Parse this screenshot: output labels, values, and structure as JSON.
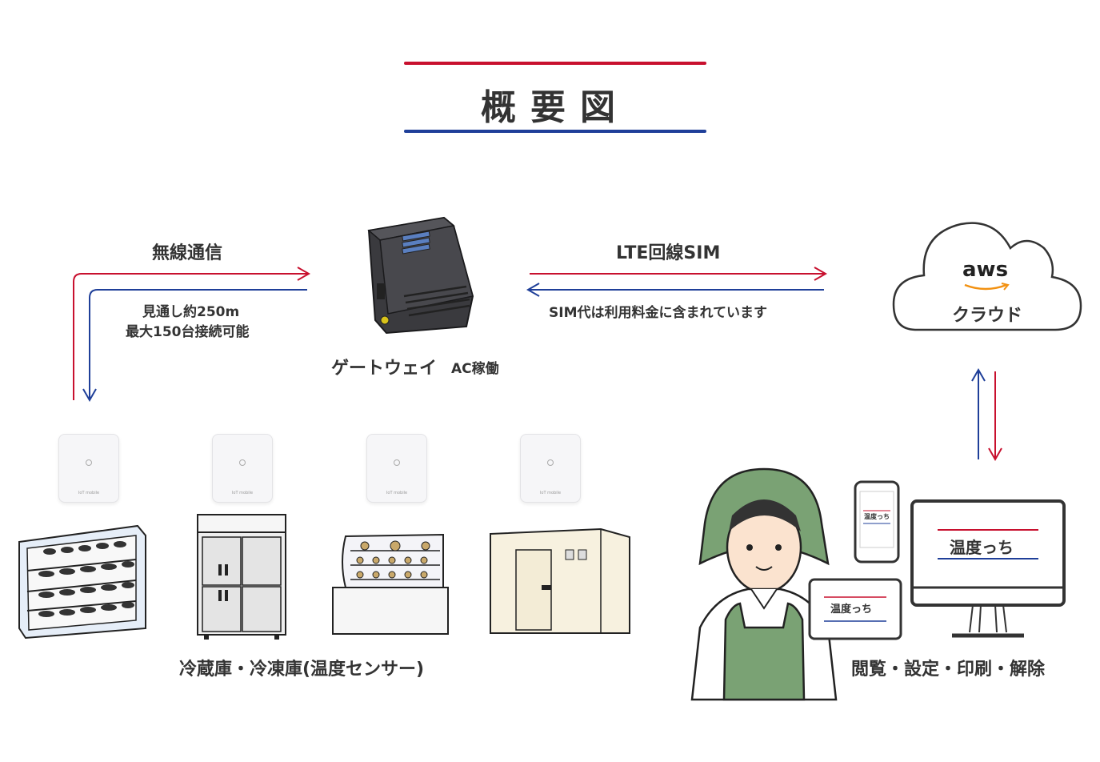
{
  "title": "概要図",
  "colors": {
    "red": "#c8102e",
    "blue": "#1f3f99",
    "green": "#7aa274"
  },
  "labels": {
    "wireless": "無線通信",
    "range_line1": "見通し約250m",
    "range_line2": "最大150台接続可能",
    "gateway_name": "ゲートウェイ",
    "gateway_power": "AC稼働",
    "lte": "LTE回線SIM",
    "sim_note": "SIM代は利用料金に含まれています",
    "cloud_logo": "aws",
    "cloud_name": "クラウド",
    "fridges": "冷蔵庫・冷凍庫(温度センサー)",
    "actions": "閲覧・設定・印刷・解除"
  },
  "sensor_brand": "IoT mobile",
  "app_name": "温度っち"
}
